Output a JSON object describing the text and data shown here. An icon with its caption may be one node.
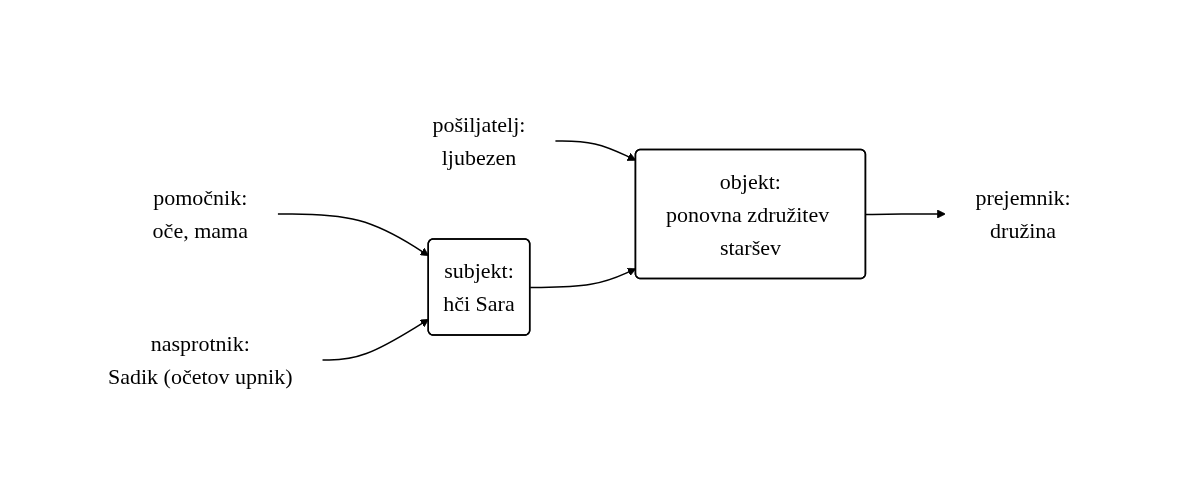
{
  "diagram": {
    "nodes": [
      {
        "text": [
          "pošiljatelj:",
          "ljubezen"
        ]
      },
      {
        "text": [
          "objekt:",
          "ponovna združitev staršev"
        ]
      },
      {
        "text": [
          "prejemnik:",
          "družina"
        ]
      },
      {
        "text": [
          "pomočnik:",
          "oče, mama"
        ]
      },
      {
        "text": [
          "subjekt:",
          "hči Sara"
        ]
      },
      {
        "text": [
          "nasprotnik:",
          "Sadik (očetov upnik)"
        ]
      }
    ],
    "edges": [
      {
        "from": 0,
        "to": 1,
        "arrow": "to"
      },
      {
        "from": 1,
        "to": 2,
        "arrow": "to"
      },
      {
        "from": 4,
        "to": 1,
        "arrow": "to"
      },
      {
        "from": 3,
        "to": 4,
        "arrow": "to"
      },
      {
        "from": 5,
        "to": 4,
        "arrow": "to"
      }
    ]
  }
}
